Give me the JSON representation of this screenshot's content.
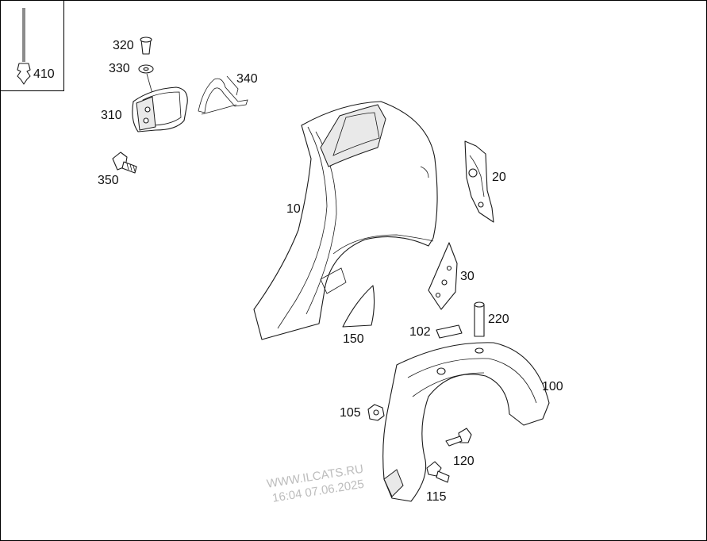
{
  "callouts": {
    "c410": "410",
    "c320": "320",
    "c330": "330",
    "c340": "340",
    "c310": "310",
    "c350": "350",
    "c10": "10",
    "c20": "20",
    "c30": "30",
    "c102": "102",
    "c220": "220",
    "c150": "150",
    "c100": "100",
    "c105": "105",
    "c120": "120",
    "c115": "115"
  },
  "watermark": {
    "line1": "WWW.ILCATS.RU",
    "line2": "16:04 07.06.2025"
  }
}
